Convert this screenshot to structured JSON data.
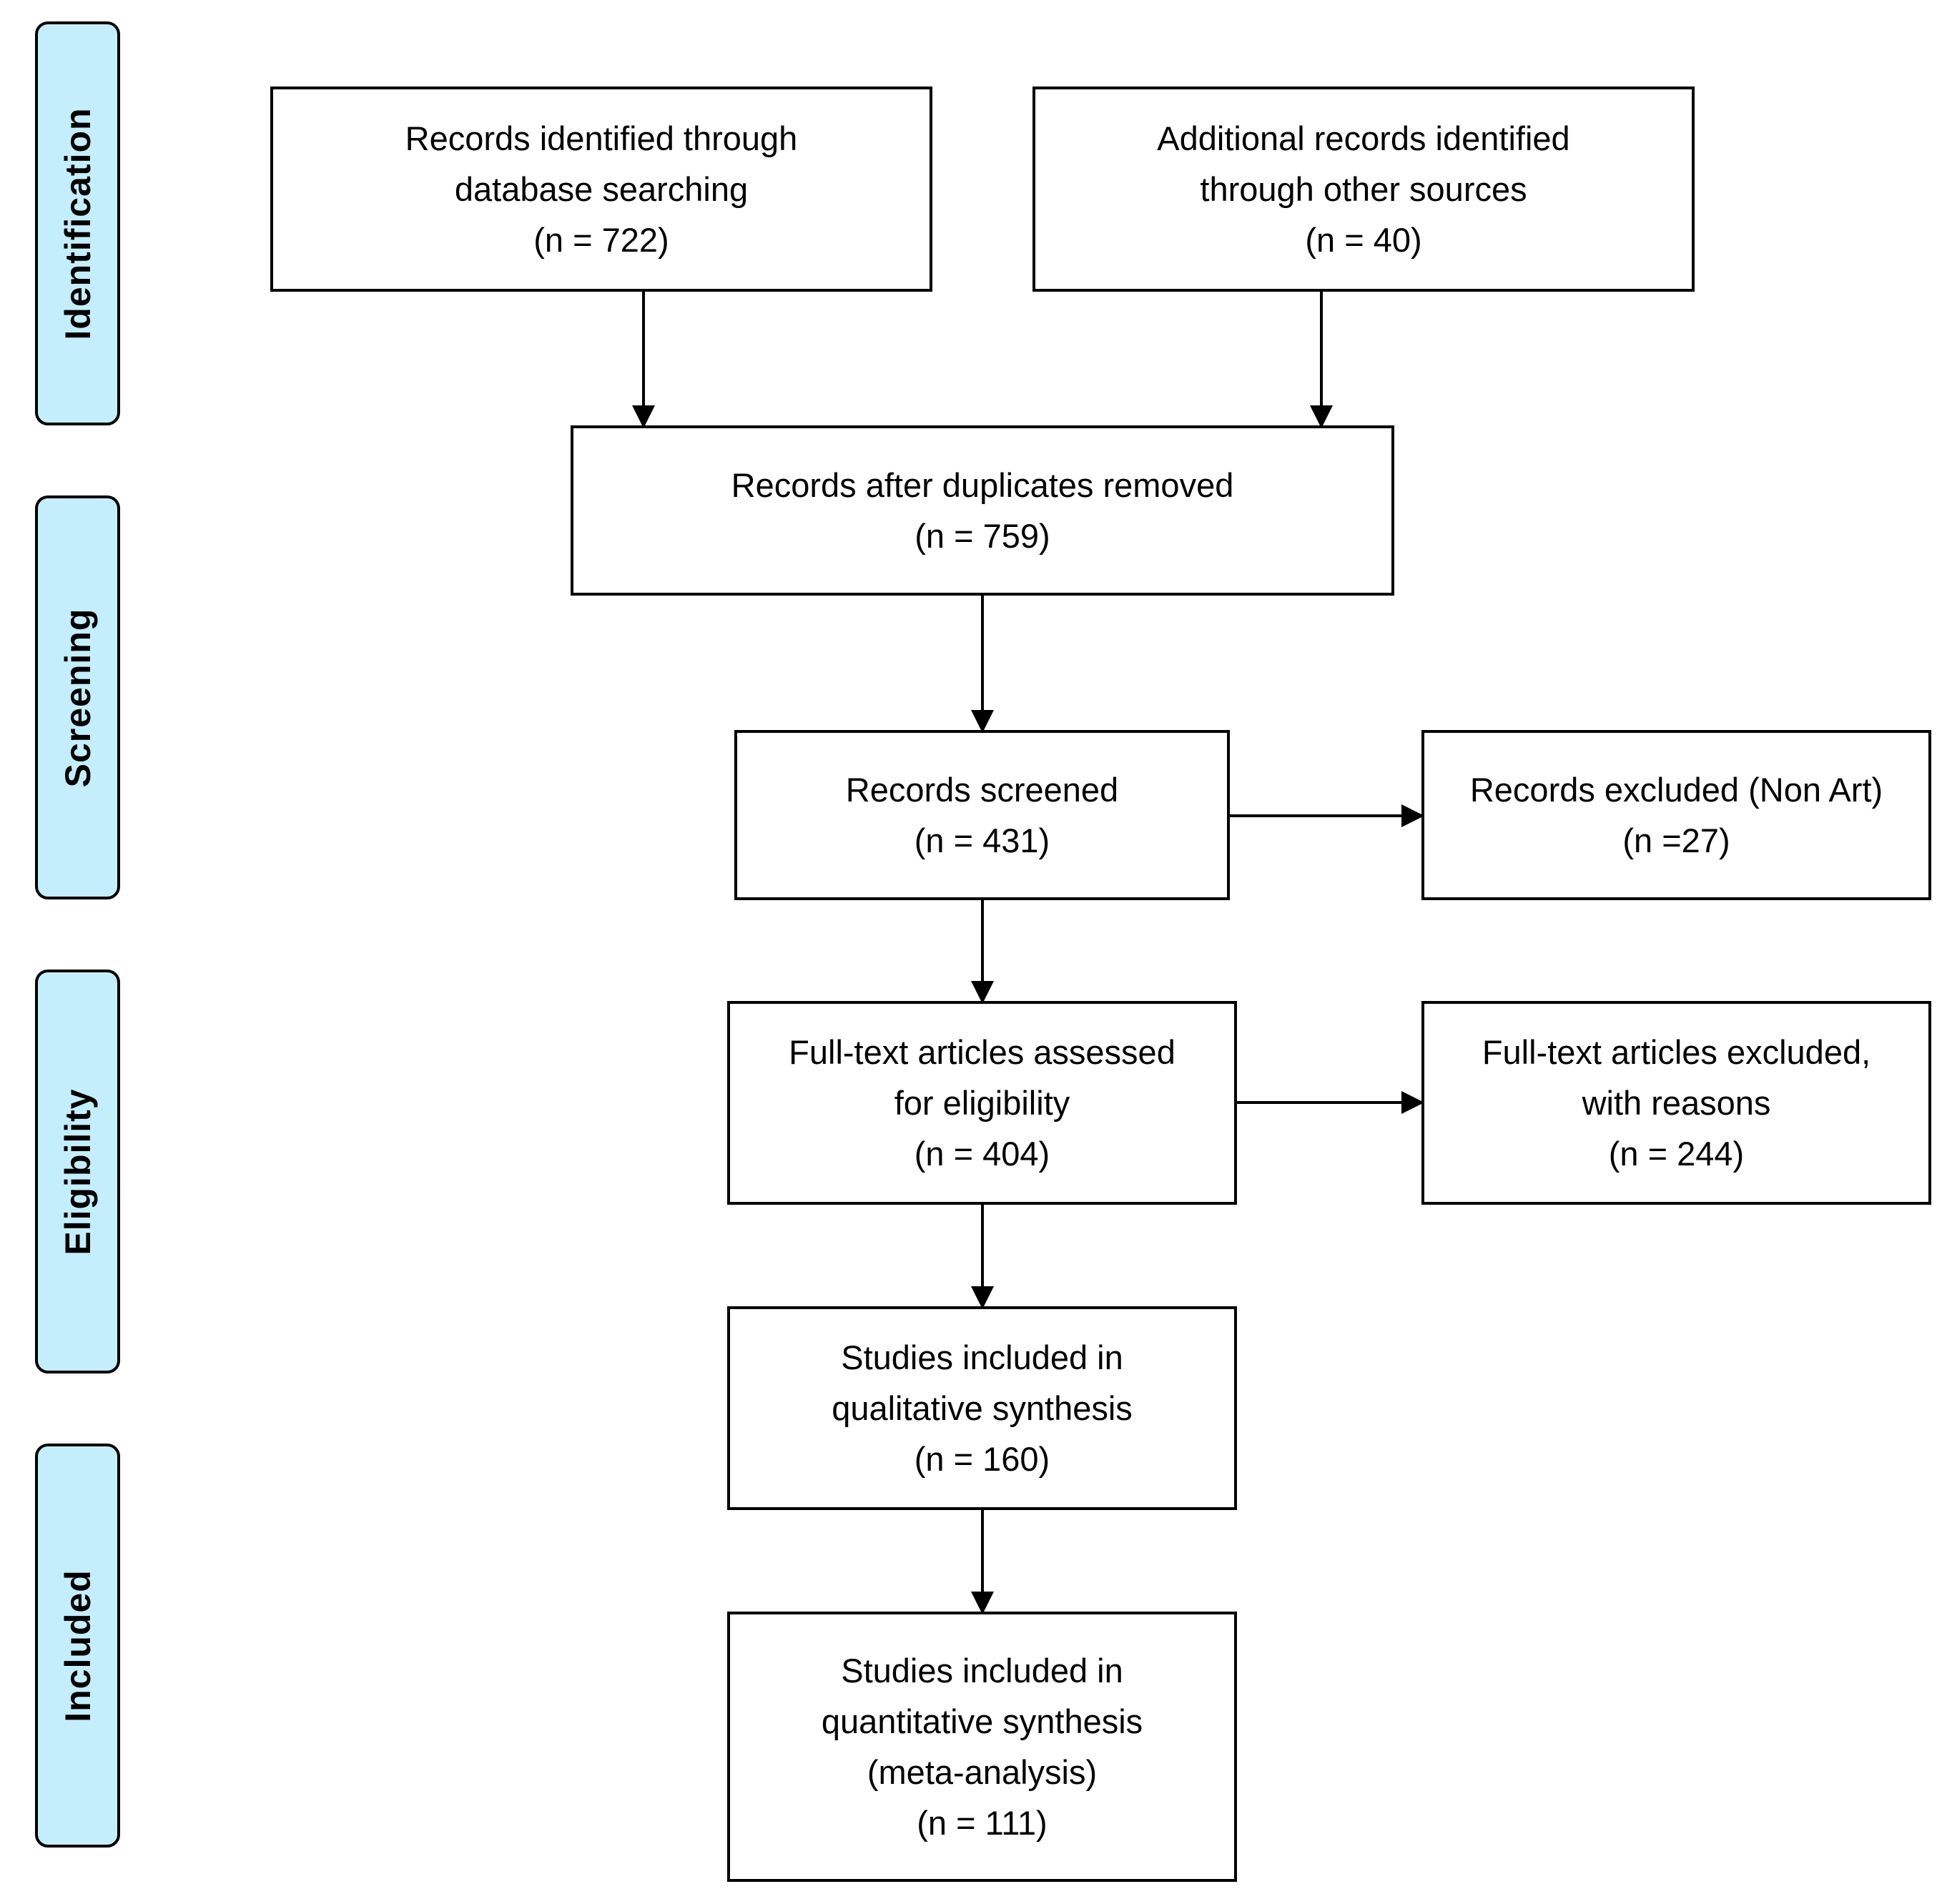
{
  "stages": [
    {
      "id": "identification",
      "label": "Identification"
    },
    {
      "id": "screening",
      "label": "Screening"
    },
    {
      "id": "eligibility",
      "label": "Eligibility"
    },
    {
      "id": "included",
      "label": "Included"
    }
  ],
  "boxes": {
    "database_records": {
      "lines": [
        "Records identified through",
        "database searching"
      ],
      "count": "(n = 722)"
    },
    "other_records": {
      "lines": [
        "Additional records identified",
        "through other sources"
      ],
      "count": "(n = 40)"
    },
    "after_duplicates": {
      "lines": [
        "Records after duplicates removed"
      ],
      "count": "(n = 759)"
    },
    "screened": {
      "lines": [
        "Records screened"
      ],
      "count": "(n = 431)"
    },
    "excluded": {
      "lines": [
        "Records excluded (Non Art)"
      ],
      "count": "(n =27)"
    },
    "fulltext_assessed": {
      "lines": [
        "Full-text articles assessed",
        "for eligibility"
      ],
      "count": "(n = 404)"
    },
    "fulltext_excluded": {
      "lines": [
        "Full-text articles excluded,",
        "with reasons"
      ],
      "count": "(n = 244)"
    },
    "qualitative": {
      "lines": [
        "Studies included in",
        "qualitative synthesis"
      ],
      "count": "(n = 160)"
    },
    "quantitative": {
      "lines": [
        "Studies included in",
        "quantitative synthesis",
        "(meta-analysis)"
      ],
      "count": "(n = 111)"
    }
  },
  "colors": {
    "stage_fill": "#c5eefd",
    "stroke": "#000000",
    "background": "#ffffff"
  }
}
